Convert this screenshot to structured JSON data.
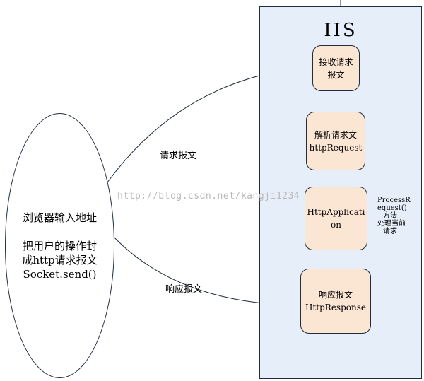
{
  "iis": {
    "title": "IIS"
  },
  "steps": [
    {
      "id": "receive",
      "lines": [
        "接收请求",
        "报文"
      ]
    },
    {
      "id": "parse",
      "lines": [
        "解析请求文",
        "httpRequest"
      ]
    },
    {
      "id": "application",
      "lines": [
        "HttpApplicati",
        "on"
      ]
    },
    {
      "id": "response",
      "lines": [
        "响应报文",
        "HttpResponse"
      ]
    }
  ],
  "browser": {
    "line1": "浏览器输入地址",
    "line2": "把用户的操作封",
    "line3": "成http请求报文",
    "line4": "Socket.send()"
  },
  "edges": {
    "request_label": "请求报文",
    "response_label": "响应报文"
  },
  "note": {
    "lines": [
      "ProcessR",
      "equest()",
      "方法",
      "处理当前",
      "请求"
    ]
  },
  "watermark": "http://blog.csdn.net/kangji1234",
  "colors": {
    "iis_panel": "#e6eef9",
    "step_fill": "#fbe5d3",
    "stroke": "#1f2d3d",
    "watermark": "#b9b9b9"
  }
}
